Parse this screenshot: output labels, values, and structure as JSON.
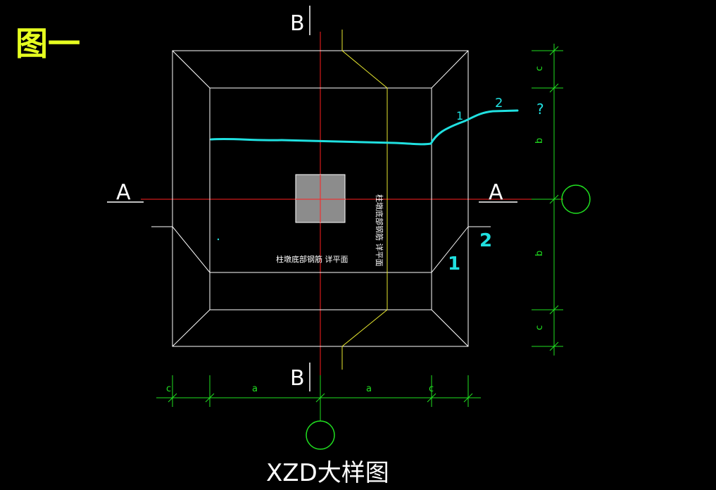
{
  "figure_label": "图一",
  "drawing_title": "XZD大样图",
  "section_marks": {
    "top": "B",
    "bottom": "B",
    "left": "A",
    "right": "A"
  },
  "dimension_labels": {
    "right": [
      "c",
      "b",
      "b",
      "c"
    ],
    "bottom": [
      "c",
      "a",
      "a",
      "c"
    ]
  },
  "annotations": {
    "horizontal_note": "柱墩底部钢筋 详平面",
    "vertical_note": "柱墩底部钢筋 详平面",
    "marker_1_lower": "1",
    "marker_2_lower": "2",
    "handwritten_1": "1",
    "handwritten_2": "2",
    "handwritten_question": "?"
  },
  "colors": {
    "background": "#000000",
    "outline": "#ffffff",
    "centerline": "#ff2020",
    "hidden_line": "#e8e830",
    "dimension": "#20e020",
    "markup": "#20e0e0",
    "label_tag": "#e6ff20",
    "column": "#8c8c8c"
  }
}
